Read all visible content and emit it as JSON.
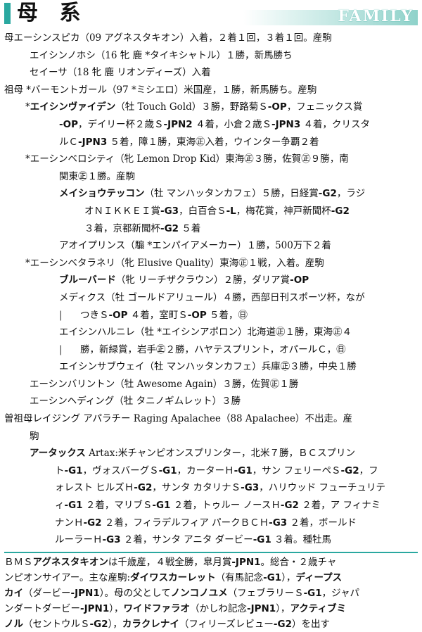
{
  "header": {
    "title": "母 系",
    "english": "FAMILY",
    "accent": "#2aa8a0"
  },
  "lines": [
    {
      "cls": "i0",
      "parts": [
        {
          "t": "母エーシンスピカ（09 アグネスタキオン）入着，２着１回，３着１回。産駒"
        }
      ]
    },
    {
      "cls": "i1",
      "parts": [
        {
          "t": "エイシンノホシ（16 牝 鹿 *タイキシャトル）１勝，新馬勝ち"
        }
      ]
    },
    {
      "cls": "i1",
      "parts": [
        {
          "t": "セイーサ（18 牝 鹿 リオンディーズ）入着"
        }
      ]
    },
    {
      "cls": "i0",
      "parts": [
        {
          "t": "祖母 *バーモントガール（97 *ミシエロ）米国産，１勝，新馬勝ち。産駒"
        }
      ]
    },
    {
      "cls": "i1s",
      "parts": [
        {
          "t": "*"
        },
        {
          "t": "エイシンヴァイデン",
          "b": true
        },
        {
          "t": "（牡 Touch Gold）３勝，野路菊Ｓ"
        },
        {
          "t": "-OP",
          "b": true
        },
        {
          "t": "，フェニックス賞"
        }
      ]
    },
    {
      "cls": "i4",
      "parts": [
        {
          "t": "-OP",
          "b": true
        },
        {
          "t": "，デイリー杯２歳Ｓ"
        },
        {
          "t": "-JPN2",
          "b": true
        },
        {
          "t": " ４着，小倉２歳Ｓ"
        },
        {
          "t": "-JPN3",
          "b": true
        },
        {
          "t": " ４着，クリスタ"
        }
      ]
    },
    {
      "cls": "i4",
      "parts": [
        {
          "t": "ルＣ"
        },
        {
          "t": "-JPN3",
          "b": true
        },
        {
          "t": " ５着，障１勝，東海㊣入着，ウインター争覇２着"
        }
      ]
    },
    {
      "cls": "i1s",
      "parts": [
        {
          "t": "*エーシンベロシティ（牝 Lemon Drop Kid）東海㊣３勝，佐賀㊣９勝，南"
        }
      ]
    },
    {
      "cls": "i4",
      "parts": [
        {
          "t": "関東㊣１勝。産駒"
        }
      ]
    },
    {
      "cls": "i4",
      "parts": [
        {
          "t": "メイショウテッコン",
          "b": true
        },
        {
          "t": "（牡 マンハッタンカフェ）５勝，日経賞"
        },
        {
          "t": "-G2",
          "b": true
        },
        {
          "t": "，ラジ"
        }
      ]
    },
    {
      "cls": "i5",
      "parts": [
        {
          "t": "オＮＩＫＫＥＩ賞"
        },
        {
          "t": "-G3",
          "b": true
        },
        {
          "t": "，白百合Ｓ"
        },
        {
          "t": "-L",
          "b": true
        },
        {
          "t": "，梅花賞，神戸新聞杯"
        },
        {
          "t": "-G2",
          "b": true
        }
      ]
    },
    {
      "cls": "i5",
      "parts": [
        {
          "t": "３着，京都新聞杯"
        },
        {
          "t": "-G2",
          "b": true
        },
        {
          "t": " ５着"
        }
      ]
    },
    {
      "cls": "i4",
      "parts": [
        {
          "t": "アオイプリンス（騸 *エンパイアメーカー）１勝，500万下２着"
        }
      ]
    },
    {
      "cls": "i1s",
      "parts": [
        {
          "t": "*エーシンベタラネリ（牝 Elusive Quality）東海㊣１戦，入着。産駒"
        }
      ]
    },
    {
      "cls": "i4",
      "parts": [
        {
          "t": "ブルーバード",
          "b": true
        },
        {
          "t": "（牝 リーチザクラウン）２勝，ダリア賞"
        },
        {
          "t": "-OP",
          "b": true
        }
      ]
    },
    {
      "cls": "i4",
      "parts": [
        {
          "t": "メディクス（牡 ゴールドアリュール）４勝，西部日刊スポーツ杯，なが"
        }
      ]
    },
    {
      "cls": "i4",
      "pipe": true,
      "parts": [
        {
          "t": "つきＳ"
        },
        {
          "t": "-OP",
          "b": true
        },
        {
          "t": " ４着，室町Ｓ"
        },
        {
          "t": "-OP",
          "b": true
        },
        {
          "t": " ５着，㊐"
        }
      ]
    },
    {
      "cls": "i4",
      "parts": [
        {
          "t": "エイシンハルニレ（牡 *エイシンアポロン）北海道㊣１勝，東海㊣４"
        }
      ]
    },
    {
      "cls": "i4",
      "pipe": true,
      "parts": [
        {
          "t": "勝，新緑賞，岩手㊣２勝，ハヤテスプリント，オパールＣ，㊐"
        }
      ]
    },
    {
      "cls": "i4",
      "parts": [
        {
          "t": "エイシンサブウェイ（牡 マンハッタンカフェ）兵庫㊣３勝，中央１勝"
        }
      ]
    },
    {
      "cls": "i1",
      "parts": [
        {
          "t": "エーシンバリントン（牡 Awesome Again）３勝，佐賀㊣１勝"
        }
      ]
    },
    {
      "cls": "i1",
      "parts": [
        {
          "t": "エーシンヘディング（牡 タニノギムレット）３勝"
        }
      ]
    },
    {
      "cls": "i0",
      "parts": [
        {
          "t": "曽祖母レイジング アパラチー Raging Apalachee（88 Apalachee）不出走。産"
        }
      ]
    },
    {
      "cls": "i6",
      "parts": [
        {
          "t": "駒"
        }
      ]
    },
    {
      "cls": "i6",
      "parts": [
        {
          "t": "アータックス",
          "b": true
        },
        {
          "t": " Artax:米チャンピオンスプリンター，北米７勝，ＢＣスプリン"
        }
      ]
    },
    {
      "cls": "i3",
      "parts": [
        {
          "t": "ト"
        },
        {
          "t": "-G1",
          "b": true
        },
        {
          "t": "，ヴォスバーグＳ"
        },
        {
          "t": "-G1",
          "b": true
        },
        {
          "t": "，カーターＨ"
        },
        {
          "t": "-G1",
          "b": true
        },
        {
          "t": "，サン フェリーペＳ"
        },
        {
          "t": "-G2",
          "b": true
        },
        {
          "t": "，フ"
        }
      ]
    },
    {
      "cls": "i3",
      "parts": [
        {
          "t": "ォレスト ヒルズＨ"
        },
        {
          "t": "-G2",
          "b": true
        },
        {
          "t": "，サンタ カタリナＳ"
        },
        {
          "t": "-G3",
          "b": true
        },
        {
          "t": "，ハリウッド フューチュリテ"
        }
      ]
    },
    {
      "cls": "i3",
      "parts": [
        {
          "t": "ィ"
        },
        {
          "t": "-G1",
          "b": true
        },
        {
          "t": " ２着，マリブＳ"
        },
        {
          "t": "-G1",
          "b": true
        },
        {
          "t": " ２着，トゥルー ノースＨ"
        },
        {
          "t": "-G2",
          "b": true
        },
        {
          "t": " ２着，ア フィナミ"
        }
      ]
    },
    {
      "cls": "i3",
      "parts": [
        {
          "t": "ナンＨ"
        },
        {
          "t": "-G2",
          "b": true
        },
        {
          "t": " ２着，フィラデルフィア パークＢＣＨ"
        },
        {
          "t": "-G3",
          "b": true
        },
        {
          "t": " ２着，ボールド"
        }
      ]
    },
    {
      "cls": "i3",
      "parts": [
        {
          "t": "ルーラーＨ"
        },
        {
          "t": "-G3",
          "b": true
        },
        {
          "t": " ２着，サンタ アニタ ダービー"
        },
        {
          "t": "-G1",
          "b": true
        },
        {
          "t": " ３着。種牡馬"
        }
      ]
    }
  ],
  "bms": [
    [
      {
        "t": "ＢＭＳ"
      },
      {
        "t": "アグネスタキオン",
        "b": true
      },
      {
        "t": "は千歳産，４戦全勝，皐月賞"
      },
      {
        "t": "-JPN1",
        "b": true
      },
      {
        "t": "。総合・２歳チャ"
      }
    ],
    [
      {
        "t": "ンピオンサイアー。主な産駒:"
      },
      {
        "t": "ダイワスカーレット",
        "b": true
      },
      {
        "t": "（有馬記念"
      },
      {
        "t": "-G1",
        "b": true
      },
      {
        "t": "），"
      },
      {
        "t": "ディープス",
        "b": true
      }
    ],
    [
      {
        "t": "カイ",
        "b": true
      },
      {
        "t": "（ダービー"
      },
      {
        "t": "-JPN1",
        "b": true
      },
      {
        "t": "）。母の父として"
      },
      {
        "t": "ノンコノユメ",
        "b": true
      },
      {
        "t": "（フェブラリーＳ"
      },
      {
        "t": "-G1",
        "b": true
      },
      {
        "t": "，ジャパ"
      }
    ],
    [
      {
        "t": "ンダートダービー"
      },
      {
        "t": "-JPN1",
        "b": true
      },
      {
        "t": "），"
      },
      {
        "t": "ワイドファラオ",
        "b": true
      },
      {
        "t": "（かしわ記念"
      },
      {
        "t": "-JPN1",
        "b": true
      },
      {
        "t": "），"
      },
      {
        "t": "アクティブミ",
        "b": true
      }
    ],
    [
      {
        "t": "ノル",
        "b": true
      },
      {
        "t": "（セントウルＳ"
      },
      {
        "t": "-G2",
        "b": true
      },
      {
        "t": "），"
      },
      {
        "t": "カラクレナイ",
        "b": true
      },
      {
        "t": "（フィリーズレビュー"
      },
      {
        "t": "-G2",
        "b": true
      },
      {
        "t": "）を出す"
      }
    ]
  ]
}
